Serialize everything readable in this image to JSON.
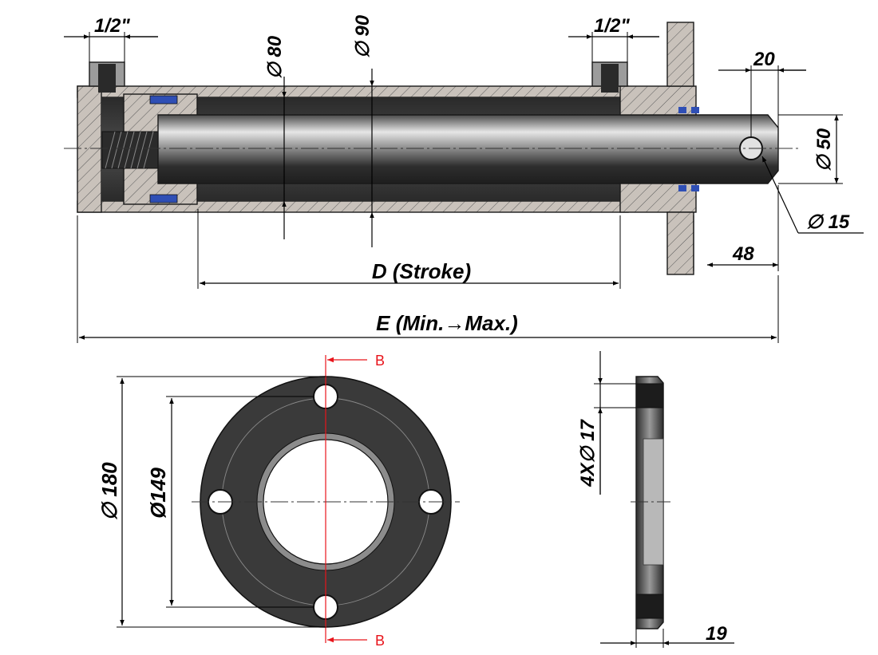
{
  "top_view": {
    "port_left": "1/2\"",
    "port_right": "1/2\"",
    "bore": "∅ 80",
    "outer": "∅ 90",
    "pin_offset": "20",
    "rod_dia": "∅ 50",
    "pin_hole": "∅ 15",
    "rod_end": "48",
    "stroke": "D (Stroke)",
    "length": "E (Min.→Max.)"
  },
  "flange_view": {
    "outer_dia": "∅ 180",
    "bolt_circle": "Ø149",
    "section_top": "B",
    "section_bottom": "B"
  },
  "side_view": {
    "holes": "4X∅ 17",
    "thickness": "19"
  },
  "colors": {
    "steel_dark": "#3c3c3c",
    "steel_light": "#c9c9c9",
    "section_fill": "#c9c2bb",
    "section_line": "#e8141b",
    "seal_blue": "#2f4fb5"
  }
}
